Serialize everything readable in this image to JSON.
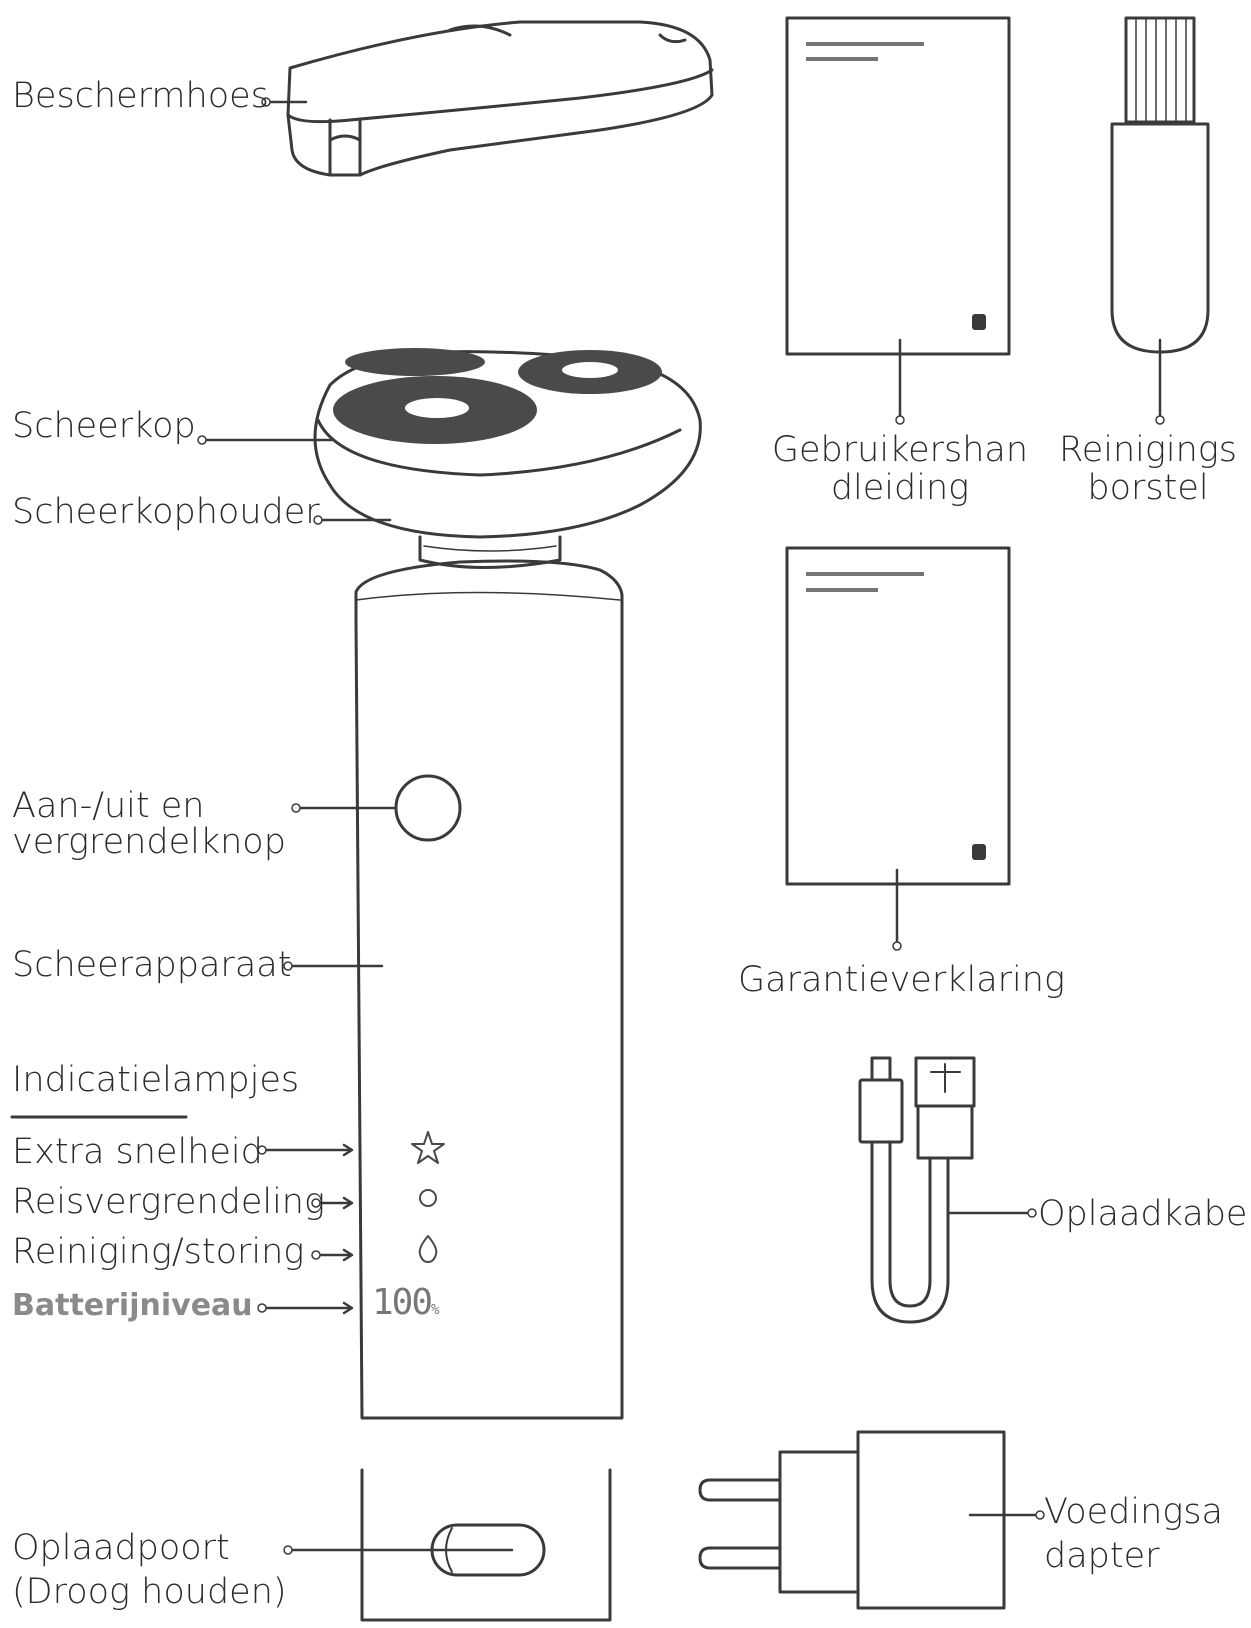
{
  "labels": {
    "protective_cover": "Beschermhoes",
    "shaver_head": "Scheerkop",
    "head_holder": "Scheerkophouder",
    "power_button_line1": "Aan-/uit en",
    "power_button_line2": "vergrendelknop",
    "shaver_body": "Scheerapparaat",
    "indicators_heading": "Indicatielampjes",
    "extra_speed": "Extra snelheid",
    "travel_lock": "Reisvergrendeling",
    "cleaning_fault": "Reiniging/storing",
    "battery_level": "Batterijniveau",
    "charging_port_line1": "Oplaadpoort",
    "charging_port_line2": "(Droog houden)",
    "user_manual_line1": "Gebruikershan",
    "user_manual_line2": "dleiding",
    "cleaning_brush_line1": "Reinigings",
    "cleaning_brush_line2": "borstel",
    "warranty": "Garantieverklaring",
    "charging_cable": "Oplaadkabel",
    "power_adapter_line1": "Voedingsa",
    "power_adapter_line2": "dapter"
  },
  "display": {
    "battery_value": "100",
    "battery_unit": "%"
  },
  "colors": {
    "ink": "#2b2b2b",
    "line": "#3a3a3a",
    "muted": "#8a8a8a",
    "blade": "#555555"
  }
}
